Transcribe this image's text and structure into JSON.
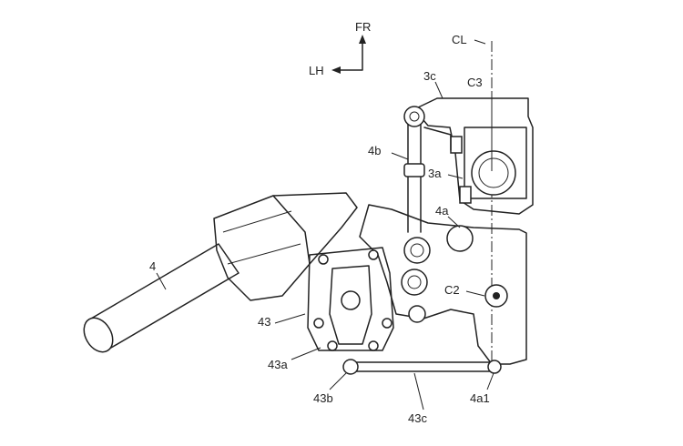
{
  "labels": {
    "fr": "FR",
    "lh": "LH",
    "cl": "CL",
    "c3": "C3",
    "c2": "C2",
    "p3c": "3c",
    "p3a": "3a",
    "p4b": "4b",
    "p4a": "4a",
    "p4": "4",
    "p43": "43",
    "p43a": "43a",
    "p43b": "43b",
    "p43c": "43c",
    "p4a1": "4a1"
  },
  "colors": {
    "line": "#222222",
    "background": "#ffffff"
  }
}
